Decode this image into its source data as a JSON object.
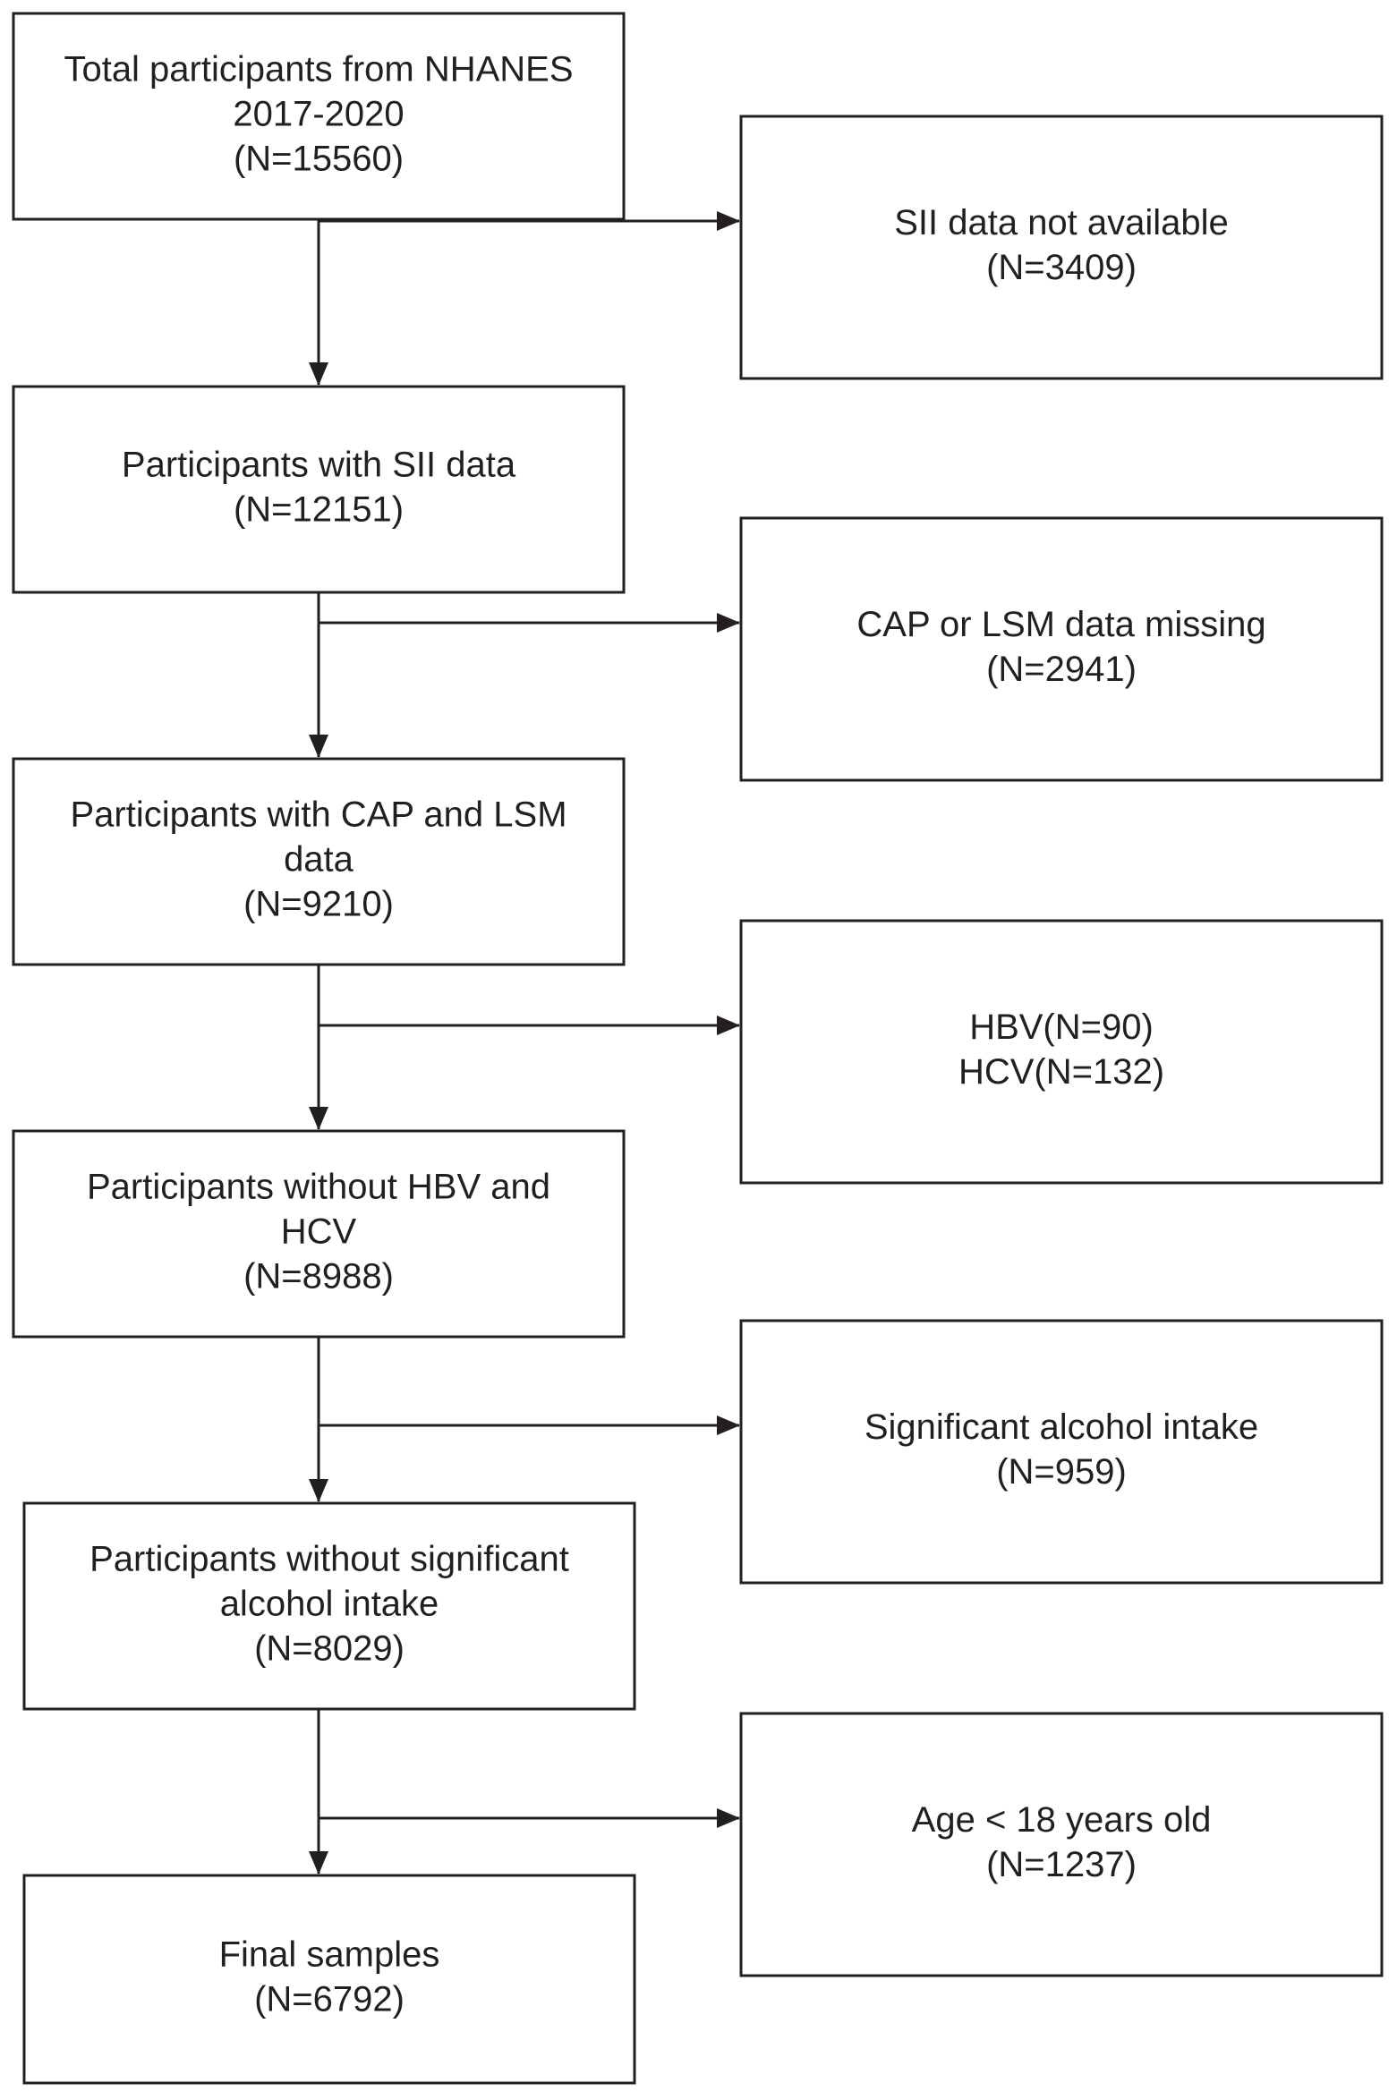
{
  "main_steps": [
    {
      "lines": [
        "Total participants from NHANES",
        "2017-2020",
        "(N=15560)"
      ]
    },
    {
      "lines": [
        "Participants with SII data",
        "(N=12151)"
      ]
    },
    {
      "lines": [
        "Participants with CAP and LSM",
        "data",
        "(N=9210)"
      ]
    },
    {
      "lines": [
        "Participants without HBV and",
        "HCV",
        "(N=8988)"
      ]
    },
    {
      "lines": [
        "Participants without significant",
        "alcohol intake",
        "(N=8029)"
      ]
    },
    {
      "lines": [
        "Final samples",
        "(N=6792)"
      ]
    }
  ],
  "exclusions": [
    {
      "lines": [
        "SII data not available",
        "(N=3409)"
      ]
    },
    {
      "lines": [
        "CAP or LSM data missing",
        "(N=2941)"
      ]
    },
    {
      "lines": [
        "HBV(N=90)",
        "HCV(N=132)"
      ]
    },
    {
      "lines": [
        "Significant alcohol intake",
        "(N=959)"
      ]
    },
    {
      "lines": [
        "Age < 18 years old",
        "(N=1237)"
      ]
    }
  ]
}
